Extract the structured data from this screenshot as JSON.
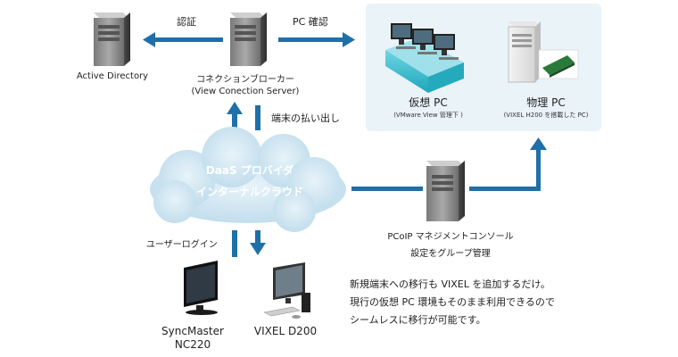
{
  "labels": {
    "auth": "認証",
    "pc_check": "PC 確認",
    "active_directory": "Active Directory",
    "broker_name": "コネクションブローカー",
    "broker_sub": "(View Conection Server)",
    "terminal_dispatch": "端末の払い出し",
    "virtual_pc": "仮想 PC",
    "virtual_pc_sub": "(VMware View 管理下 )",
    "physical_pc": "物理 PC",
    "physical_pc_sub": "(VIXEL H200 を搭載した PC)",
    "cloud_line1": "DaaS プロバイダ",
    "cloud_line2": "インターナルクラウド",
    "pcoip_line1": "PCoIP マネジメントコンソール",
    "pcoip_line2": "設定をグループ管理",
    "user_login": "ユーザーログイン",
    "syncmaster_line1": "SyncMaster",
    "syncmaster_line2": "NC220",
    "vixel_d200": "VIXEL D200"
  },
  "note": {
    "line1": "新規端末への移行も VIXEL を追加するだけ。",
    "line2": "現行の仮想 PC 環境もそのまま利用できるので",
    "line3": "シームレスに移行が可能です。"
  },
  "colors": {
    "arrow": "#1f6fa8",
    "panel": "#e9f3f8",
    "cloud": "#cfe6f2",
    "teal": "#3fc1d3"
  }
}
